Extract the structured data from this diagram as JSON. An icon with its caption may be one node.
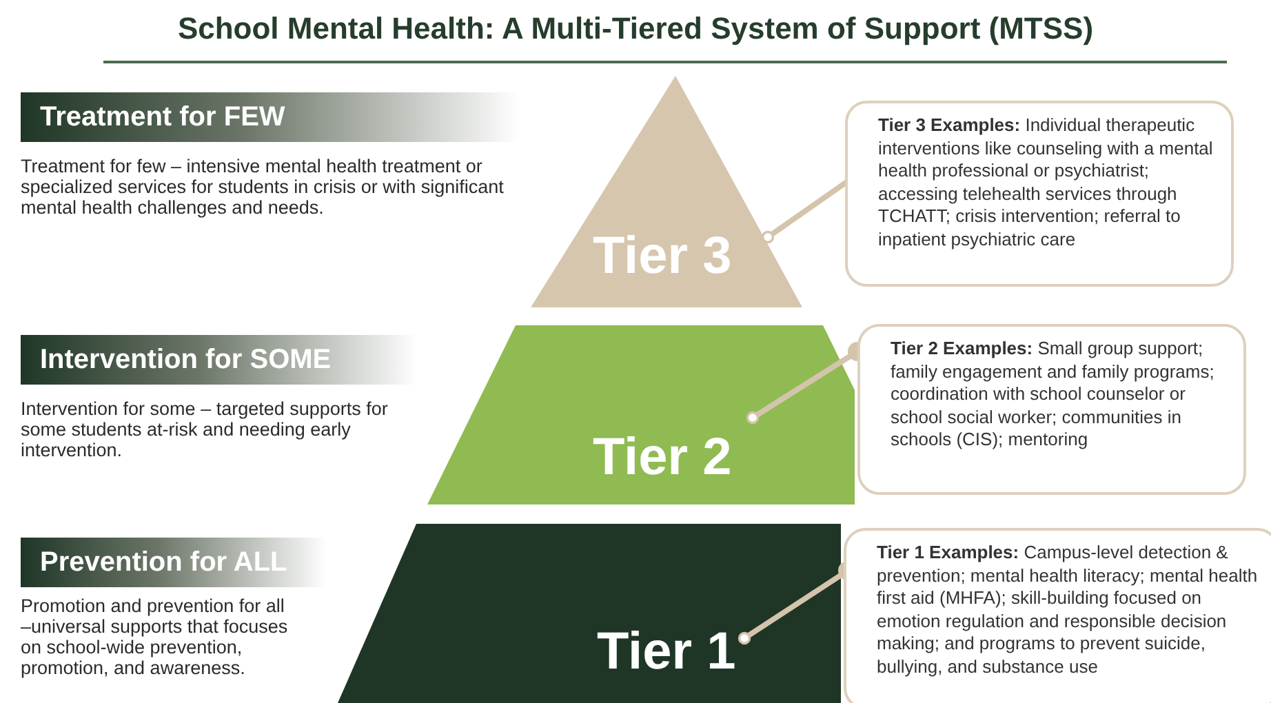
{
  "diagram": {
    "title": "School Mental Health: A Multi-Tiered System of Support (MTSS)",
    "nodes": [
      {
        "text": [
          "Treatment for FEW"
        ],
        "beside": [
          "Treatment for few – intensive mental health treatment or specialized services for students in crisis or with significant mental health challenges and needs."
        ]
      },
      {
        "text": [
          "Tier 3"
        ]
      },
      {
        "text": [
          "**Tier 3 Examples:** Individual therapeutic interventions like counseling with a mental health professional or psychiatrist; accessing telehealth services through TCHATT; crisis intervention; referral to inpatient psychiatric care"
        ]
      },
      {
        "text": [
          "Intervention for SOME"
        ],
        "beside": [
          "Intervention for some – targeted supports for some students at-risk and needing early intervention."
        ]
      },
      {
        "text": [
          "Tier 2"
        ]
      },
      {
        "text": [
          "**Tier 2 Examples:** Small group support; family engagement and family programs; coordination with school counselor or school social worker; communities in schools (CIS); mentoring"
        ]
      },
      {
        "text": [
          "Prevention for ALL"
        ],
        "beside": [
          "Promotion and prevention for all –universal supports that focuses on school-wide prevention, promotion, and awareness."
        ]
      },
      {
        "text": [
          "Tier 1"
        ]
      },
      {
        "text": [
          "**Tier 1 Examples:** Campus-level detection & prevention; mental health literacy; mental health first aid (MHFA); skill-building focused on emotion regulation and responsible decision making; and programs to prevent suicide, bullying, and substance use"
        ]
      }
    ],
    "edges": [
      {
        "from": 1,
        "to": 2,
        "arrow": "other"
      },
      {
        "from": 4,
        "to": 5,
        "arrow": "other"
      },
      {
        "from": 7,
        "to": 8,
        "arrow": "other"
      }
    ]
  }
}
